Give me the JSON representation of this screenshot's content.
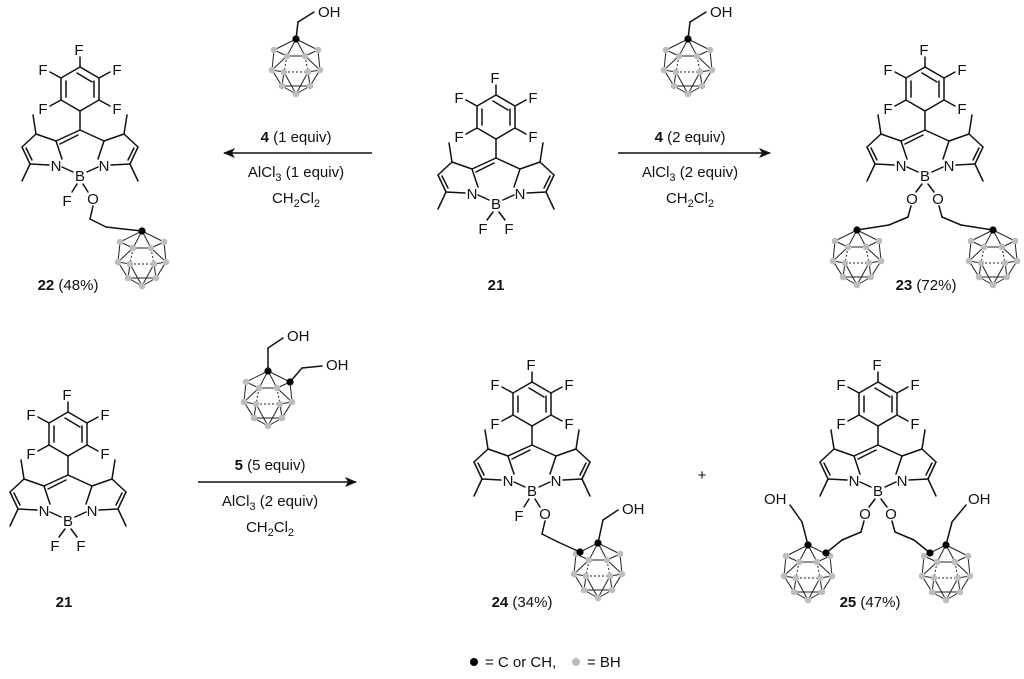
{
  "reaction1": {
    "reagent_number": "4",
    "reagent_amount": "(1 equiv)",
    "lewis_acid": "AlCl",
    "lewis_acid_sub": "3",
    "lewis_acid_amount": "(1 equiv)",
    "solvent": "CH",
    "solvent_sub1": "2",
    "solvent_mid": "Cl",
    "solvent_sub2": "2"
  },
  "reaction2": {
    "reagent_number": "4",
    "reagent_amount": "(2 equiv)",
    "lewis_acid": "AlCl",
    "lewis_acid_sub": "3",
    "lewis_acid_amount": "(2 equiv)",
    "solvent": "CH",
    "solvent_sub1": "2",
    "solvent_mid": "Cl",
    "solvent_sub2": "2"
  },
  "reaction3": {
    "reagent_number": "5",
    "reagent_amount": "(5 equiv)",
    "lewis_acid": "AlCl",
    "lewis_acid_sub": "3",
    "lewis_acid_amount": "(2 equiv)",
    "solvent": "CH",
    "solvent_sub1": "2",
    "solvent_mid": "Cl",
    "solvent_sub2": "2"
  },
  "compounds": {
    "c21_top": {
      "number": "21",
      "yield": ""
    },
    "c21_bottom": {
      "number": "21",
      "yield": ""
    },
    "c22": {
      "number": "22",
      "yield": "(48%)"
    },
    "c23": {
      "number": "23",
      "yield": "(72%)"
    },
    "c24": {
      "number": "24",
      "yield": "(34%)"
    },
    "c25": {
      "number": "25",
      "yield": "(47%)"
    }
  },
  "atoms": {
    "F": "F",
    "N": "N",
    "B": "B",
    "O": "O",
    "OH": "OH"
  },
  "plus_sign": "+",
  "legend": {
    "carbon_text": "= C or CH,",
    "boron_text": "= BH",
    "carbon_color": "#000000",
    "boron_color": "#bdbdbd"
  }
}
